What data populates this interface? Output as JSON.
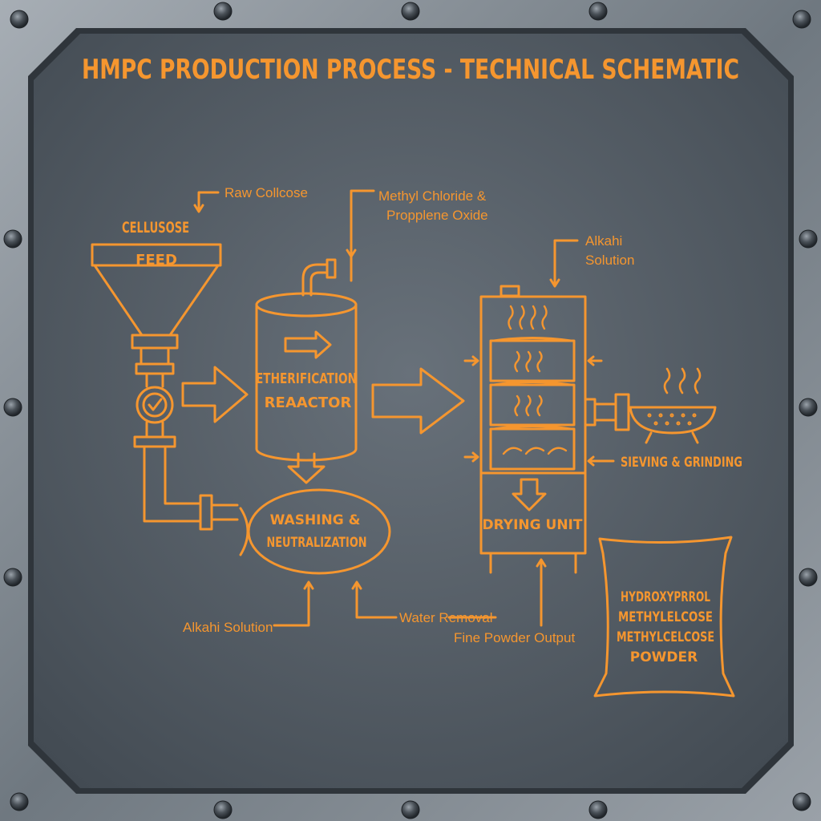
{
  "title": "HMPC PRODUCTION PROCESS - TECHNICAL SCHEMATIC",
  "colors": {
    "accent": "#f5962f",
    "panel": "#4c555e",
    "frame": "#7f8890",
    "bolt": "#3a4047"
  },
  "feed": {
    "inlet_label": "Raw Collcose",
    "name": "CELLUSOSE",
    "hopper_label": "FEED"
  },
  "reactor": {
    "reagent_label_line1": "Methyl Chloride &",
    "reagent_label_line2": "Propplene Oxide",
    "label_line1": "ETHERIFICATION",
    "label_line2": "REAACTOR"
  },
  "washing": {
    "label_line1": "WASHING &",
    "label_line2": "NEUTRALIZATION",
    "input_label": "Alkahi Solution",
    "output_label": "Water Removal"
  },
  "dryer": {
    "input_label_line1": "Alkahi",
    "input_label_line2": "Solution",
    "label": "DRYING UNIT",
    "output_label": "Fine Powder Output"
  },
  "sieving": {
    "label": "SIEVING & GRINDING"
  },
  "product": {
    "line1": "HYDROXYPRROL",
    "line2": "METHYLELCOSE",
    "line3": "METHYLCELCOSE",
    "line4": "POWDER"
  },
  "icons": [
    "valve-icon",
    "steam-icon",
    "flow-arrow-icon",
    "strainer-icon",
    "bolt-icon"
  ]
}
